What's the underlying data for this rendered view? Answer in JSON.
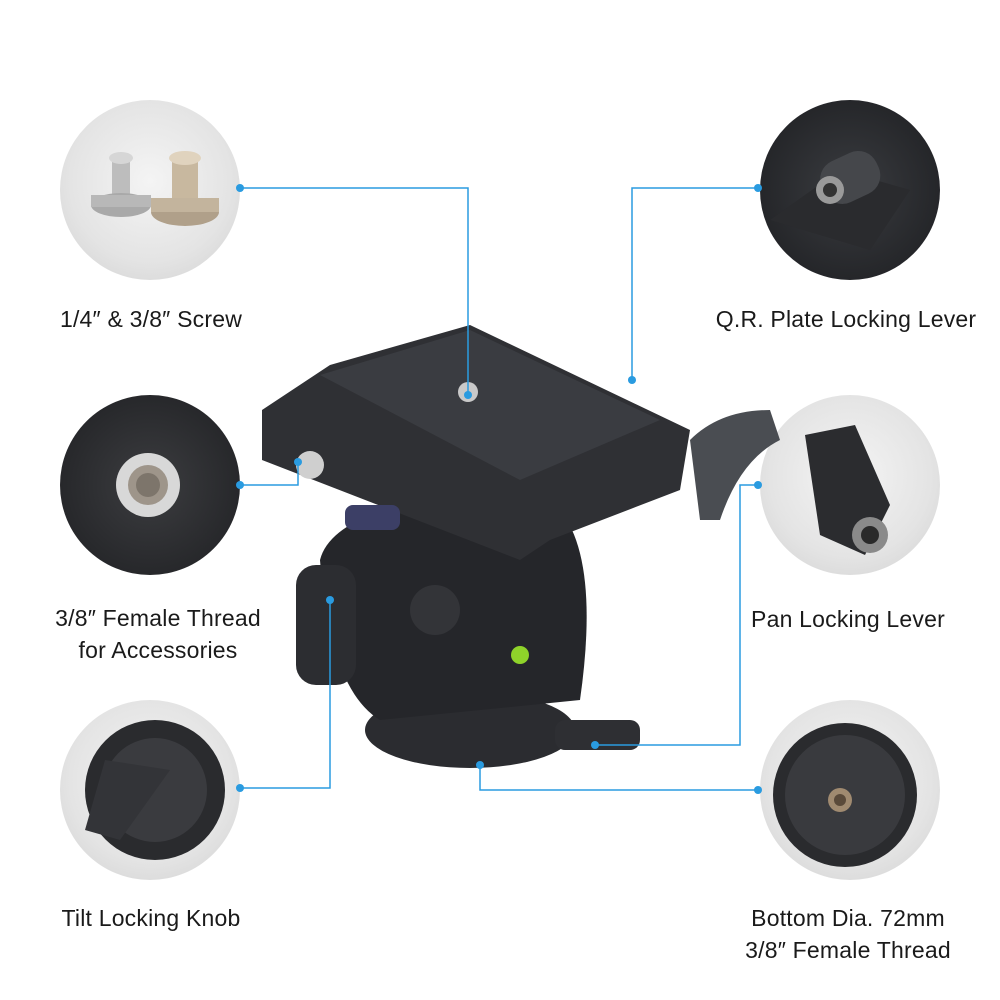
{
  "accent_color": "#2a9be0",
  "callouts": {
    "screw": {
      "label": "1/4″ & 3/8″ Screw"
    },
    "qr_lever": {
      "label": "Q.R. Plate Locking Lever"
    },
    "female_thread": {
      "line1": "3/8″ Female Thread",
      "line2": "for Accessories"
    },
    "pan_lever": {
      "label": "Pan Locking Lever"
    },
    "tilt_knob": {
      "label": "Tilt Locking Knob"
    },
    "bottom": {
      "line1": "Bottom Dia. 72mm",
      "line2": "3/8″ Female Thread"
    }
  }
}
